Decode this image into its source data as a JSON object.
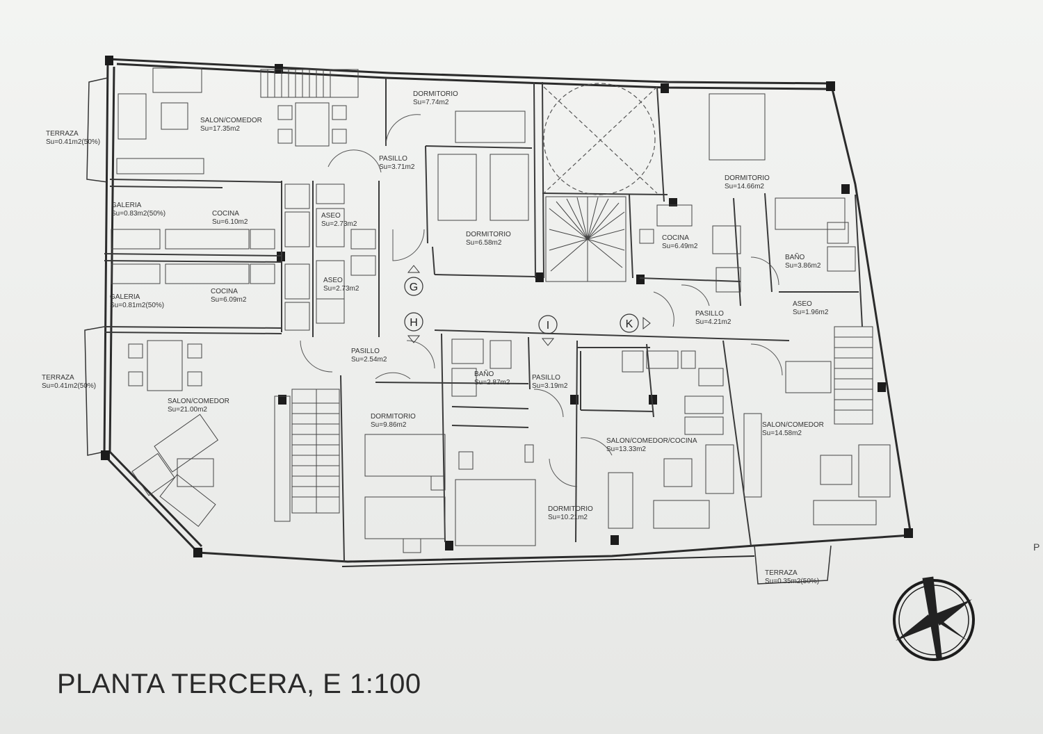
{
  "title": "PLANTA TERCERA, E 1:100",
  "edge_mark": "P",
  "circulation_markers": [
    "G",
    "H",
    "I",
    "K"
  ],
  "rooms": [
    {
      "name": "SALON/COMEDOR",
      "area": "Su=17.35m2"
    },
    {
      "name": "TERRAZA",
      "area": "Su=0.41m2(50%)"
    },
    {
      "name": "DORMITORIO",
      "area": "Su=7.74m2"
    },
    {
      "name": "PASILLO",
      "area": "Su=3.71m2"
    },
    {
      "name": "DORMITORIO",
      "area": "Su=14.66m2"
    },
    {
      "name": "GALERIA",
      "area": "Su=0.83m2(50%)"
    },
    {
      "name": "COCINA",
      "area": "Su=6.10m2"
    },
    {
      "name": "ASEO",
      "area": "Su=2.73m2"
    },
    {
      "name": "DORMITORIO",
      "area": "Su=6.58m2"
    },
    {
      "name": "COCINA",
      "area": "Su=6.49m2"
    },
    {
      "name": "BAÑO",
      "area": "Su=3.86m2"
    },
    {
      "name": "ASEO",
      "area": "Su=2.73m2"
    },
    {
      "name": "GALERIA",
      "area": "Su=0.81m2(50%)"
    },
    {
      "name": "COCINA",
      "area": "Su=6.09m2"
    },
    {
      "name": "ASEO",
      "area": "Su=1.96m2"
    },
    {
      "name": "PASILLO",
      "area": "Su=4.21m2"
    },
    {
      "name": "PASILLO",
      "area": "Su=2.54m2"
    },
    {
      "name": "TERRAZA",
      "area": "Su=0.41m2(50%)"
    },
    {
      "name": "BAÑO",
      "area": "Su=2.87m2"
    },
    {
      "name": "PASILLO",
      "area": "Su=3.19m2"
    },
    {
      "name": "SALON/COMEDOR",
      "area": "Su=21.00m2"
    },
    {
      "name": "DORMITORIO",
      "area": "Su=9.86m2"
    },
    {
      "name": "SALON/COMEDOR/COCINA",
      "area": "Su=13.33m2"
    },
    {
      "name": "SALON/COMEDOR",
      "area": "Su=14.58m2"
    },
    {
      "name": "DORMITORIO",
      "area": "Su=10.21m2"
    },
    {
      "name": "TERRAZA",
      "area": "Su=0.35m2(50%)"
    }
  ]
}
